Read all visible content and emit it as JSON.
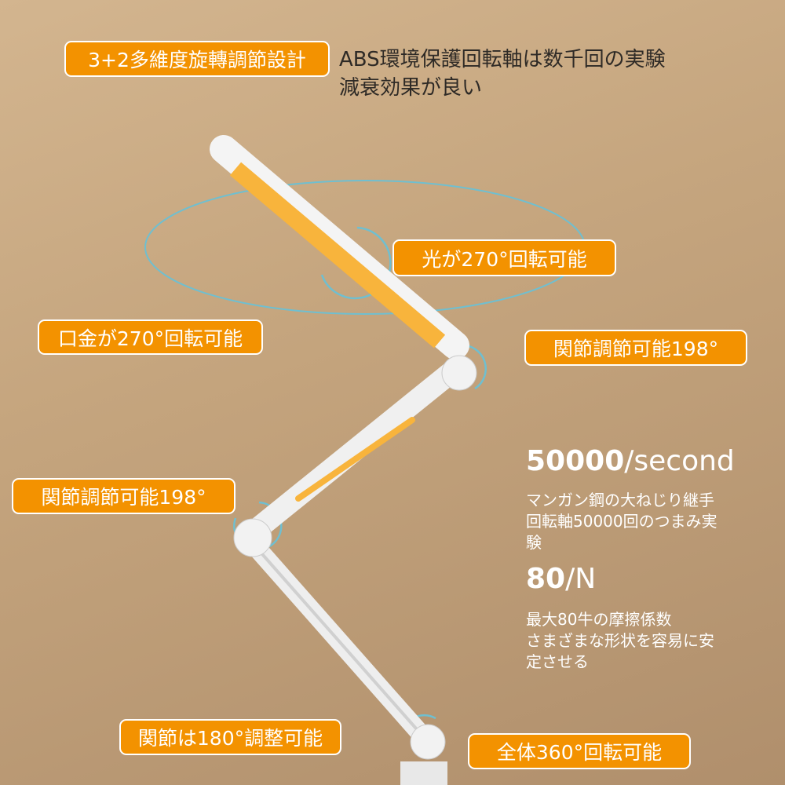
{
  "tags": {
    "design": "3+2多維度旋轉調節設計",
    "head_rotate": "光が270°回転可能",
    "base_rotate": "口金が270°回転可能",
    "joint_upper": "関節調節可能198°",
    "joint_middle": "関節調節可能198°",
    "joint_lower": "関節は180°調整可能",
    "whole_rotate": "全体360°回転可能"
  },
  "abs_text": {
    "line1": "ABS環境保護回転軸は数千回の実験",
    "line2": "減衰効果が良い"
  },
  "spec1": {
    "value": "50000",
    "unit": "/second",
    "line1": "マンガン鋼の大ねじり継手",
    "line2": "回転軸50000回のつまみ実",
    "line3": "験"
  },
  "spec2": {
    "value": "80",
    "unit": "/N",
    "line1": "最大80牛の摩擦係数",
    "line2": "さまざまな形状を容易に安",
    "line3": "定させる"
  },
  "colors": {
    "accent": "#f39200",
    "arrow": "#5fb8c8"
  }
}
